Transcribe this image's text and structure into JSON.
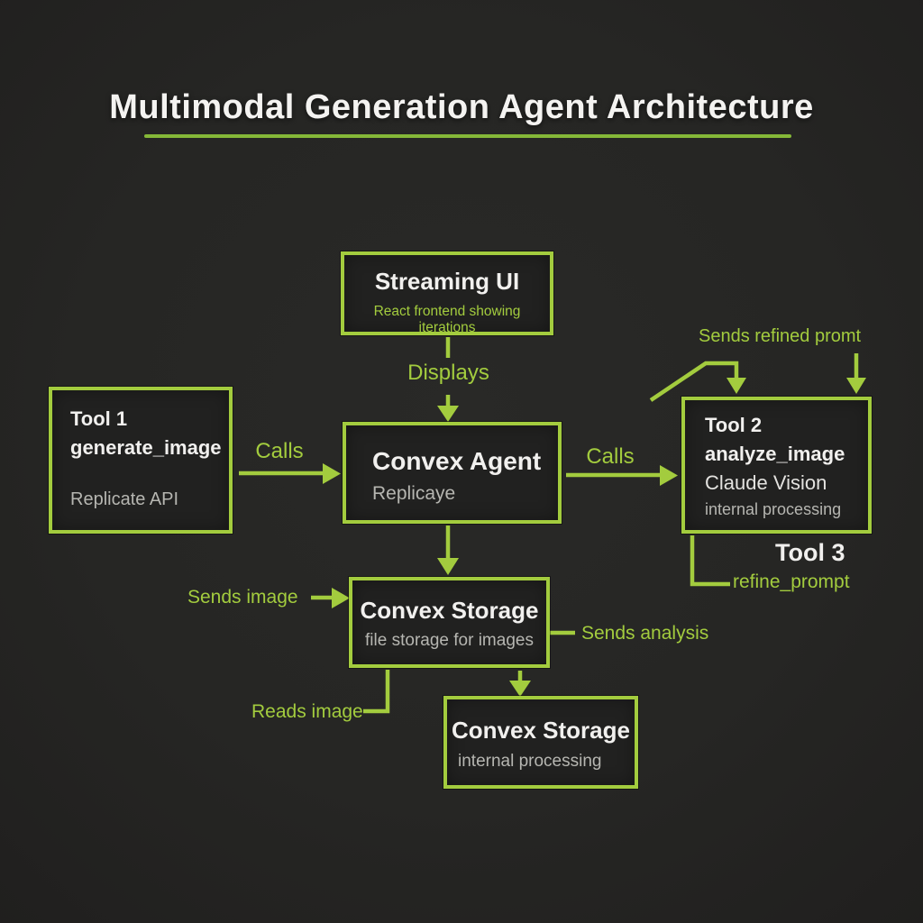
{
  "title": "Multimodal Generation Agent Architecture",
  "colors": {
    "background": "#262624",
    "accent_green": "#a3cc3e",
    "underline_green": "#85b838",
    "box_fill": "#212120",
    "text_primary": "#f1f0ee",
    "text_secondary": "#b6b6b1"
  },
  "nodes": {
    "streaming_ui": {
      "title": "Streaming UI",
      "subtitle": "React frontend showing iterations"
    },
    "tool1": {
      "line1": "Tool 1",
      "line2": "generate_image",
      "line3": "Replicate API"
    },
    "convex_agent": {
      "title": "Convex Agent",
      "subtitle": "Replicaye"
    },
    "tool2": {
      "line1": "Tool 2",
      "line2": "analyze_image",
      "line3": "Claude Vision",
      "line4": "internal processing"
    },
    "tool3": {
      "title": "Tool 3",
      "subtitle": "refine_prompt"
    },
    "convex_storage": {
      "title": "Convex Storage",
      "subtitle": "file storage for images"
    },
    "convex_storage2": {
      "title": "Convex Storage",
      "subtitle": "internal processing"
    }
  },
  "labels": {
    "displays": "Displays",
    "calls_left": "Calls",
    "calls_right": "Calls",
    "sends_refined_prompt": "Sends refined promt",
    "sends_image": "Sends image",
    "sends_analysis": "Sends analysis",
    "reads_image": "Reads image"
  }
}
